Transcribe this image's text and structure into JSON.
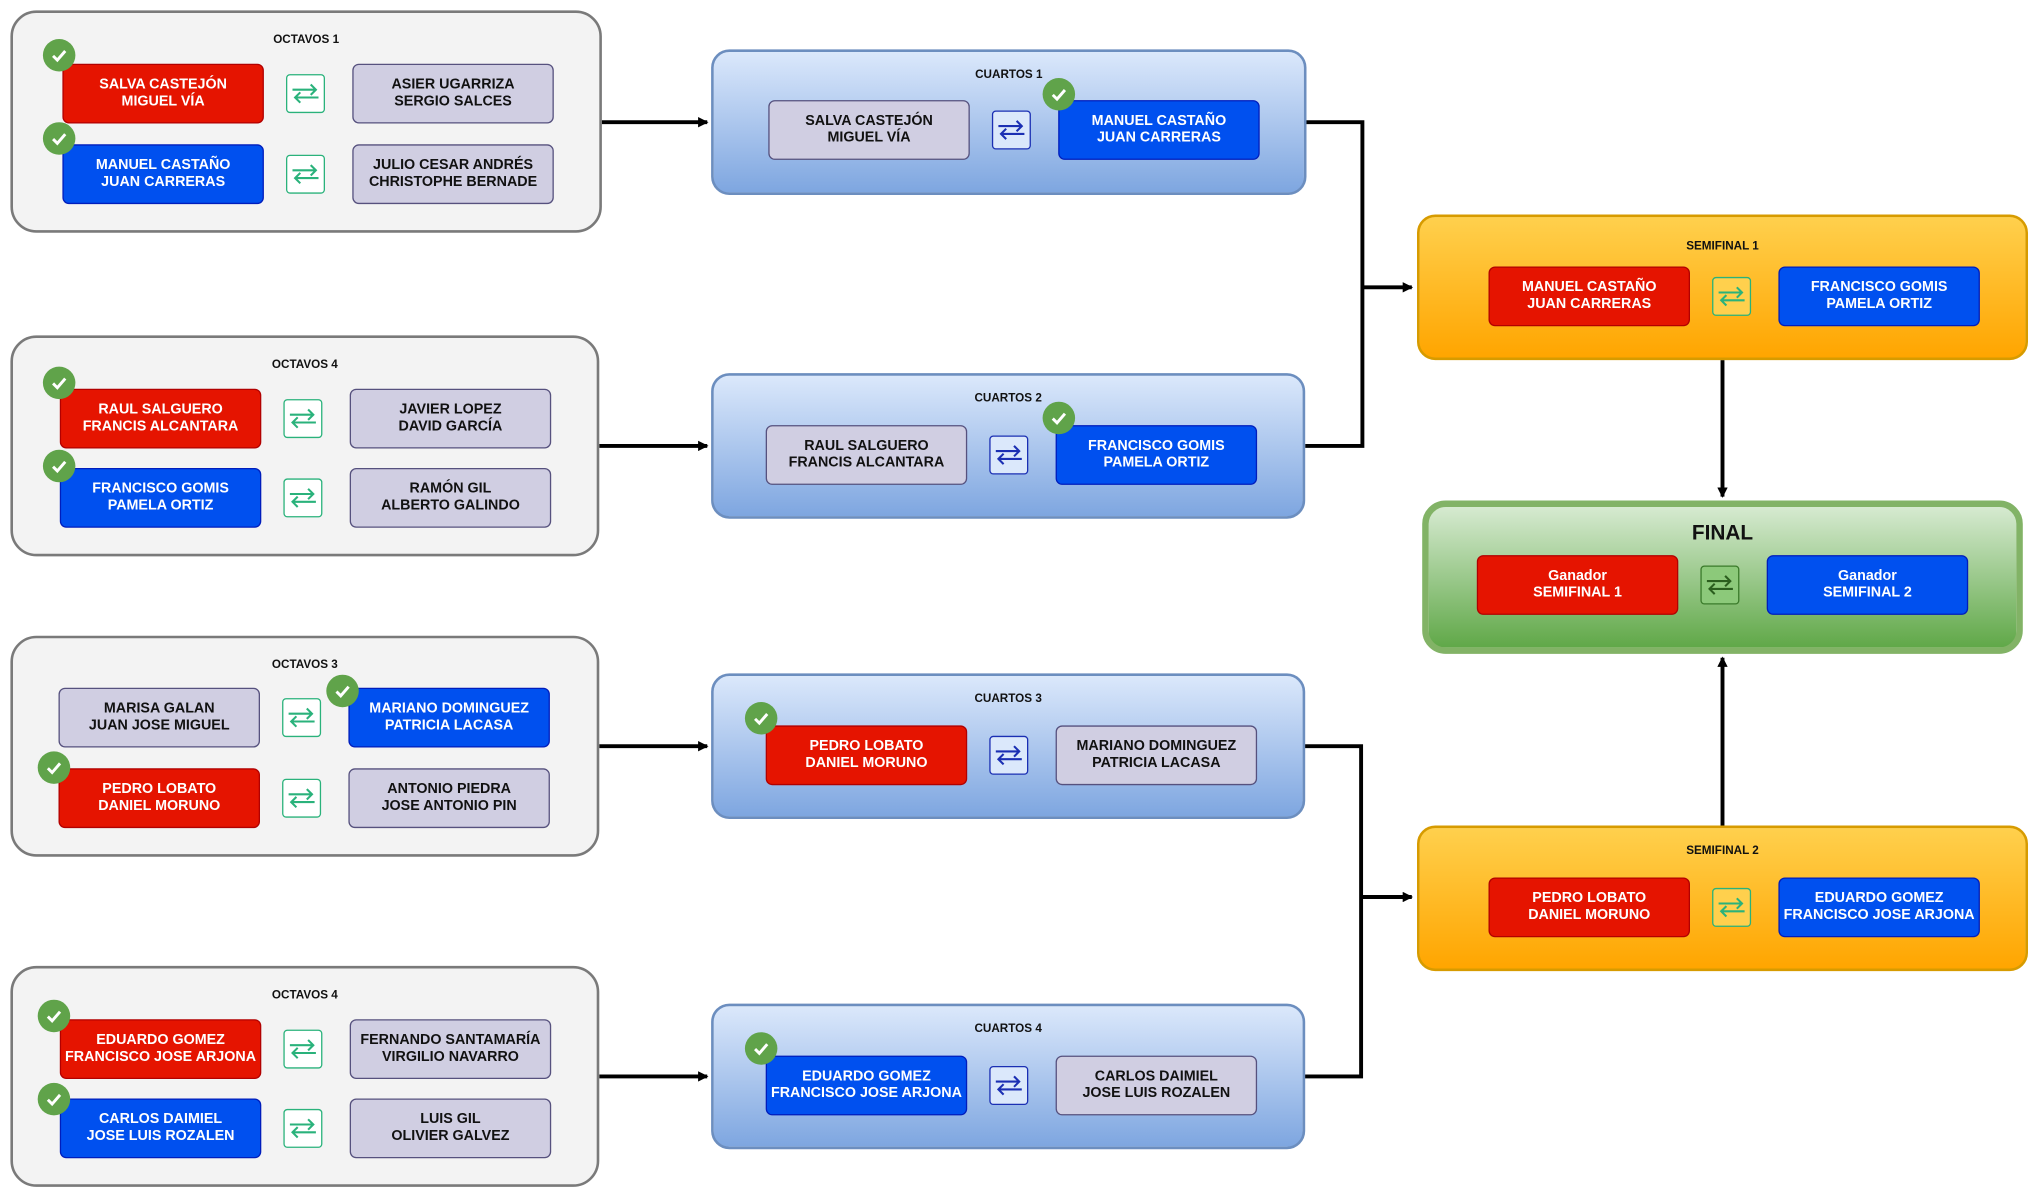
{
  "octavos1": {
    "title": "OCTAVOS 1",
    "m1": {
      "a": [
        "SALVA CASTEJÓN",
        "MIGUEL VÍA"
      ],
      "b": [
        "ASIER UGARRIZA",
        "SERGIO SALCES"
      ]
    },
    "m2": {
      "a": [
        "MANUEL CASTAÑO",
        "JUAN CARRERAS"
      ],
      "b": [
        "JULIO CESAR ANDRÉS",
        "CHRISTOPHE BERNADE"
      ]
    }
  },
  "octavos4a": {
    "title": "OCTAVOS 4",
    "m1": {
      "a": [
        "RAUL SALGUERO",
        "FRANCIS ALCANTARA"
      ],
      "b": [
        "JAVIER LOPEZ",
        "DAVID GARCÍA"
      ]
    },
    "m2": {
      "a": [
        "FRANCISCO GOMIS",
        "PAMELA ORTIZ"
      ],
      "b": [
        "RAMÓN GIL",
        "ALBERTO GALINDO"
      ]
    }
  },
  "octavos3": {
    "title": "OCTAVOS 3",
    "m1": {
      "a": [
        "MARISA GALAN",
        "JUAN JOSE MIGUEL"
      ],
      "b": [
        "MARIANO DOMINGUEZ",
        "PATRICIA LACASA"
      ]
    },
    "m2": {
      "a": [
        "PEDRO LOBATO",
        "DANIEL MORUNO"
      ],
      "b": [
        "ANTONIO PIEDRA",
        "JOSE ANTONIO PIN"
      ]
    }
  },
  "octavos4b": {
    "title": "OCTAVOS 4",
    "m1": {
      "a": [
        "EDUARDO GOMEZ",
        "FRANCISCO JOSE ARJONA"
      ],
      "b": [
        "FERNANDO SANTAMARÍA",
        "VIRGILIO NAVARRO"
      ]
    },
    "m2": {
      "a": [
        "CARLOS DAIMIEL",
        "JOSE LUIS ROZALEN"
      ],
      "b": [
        "LUIS GIL",
        "OLIVIER GALVEZ"
      ]
    }
  },
  "cuartos1": {
    "title": "CUARTOS 1",
    "a": [
      "SALVA CASTEJÓN",
      "MIGUEL VÍA"
    ],
    "b": [
      "MANUEL CASTAÑO",
      "JUAN CARRERAS"
    ]
  },
  "cuartos2": {
    "title": "CUARTOS 2",
    "a": [
      "RAUL SALGUERO",
      "FRANCIS ALCANTARA"
    ],
    "b": [
      "FRANCISCO GOMIS",
      "PAMELA ORTIZ"
    ]
  },
  "cuartos3": {
    "title": "CUARTOS 3",
    "a": [
      "PEDRO LOBATO",
      "DANIEL MORUNO"
    ],
    "b": [
      "MARIANO DOMINGUEZ",
      "PATRICIA LACASA"
    ]
  },
  "cuartos4": {
    "title": "CUARTOS 4",
    "a": [
      "EDUARDO GOMEZ",
      "FRANCISCO JOSE ARJONA"
    ],
    "b": [
      "CARLOS DAIMIEL",
      "JOSE LUIS ROZALEN"
    ]
  },
  "semifinal1": {
    "title": "SEMIFINAL 1",
    "a": [
      "MANUEL CASTAÑO",
      "JUAN CARRERAS"
    ],
    "b": [
      "FRANCISCO GOMIS",
      "PAMELA ORTIZ"
    ]
  },
  "semifinal2": {
    "title": "SEMIFINAL 2",
    "a": [
      "PEDRO LOBATO",
      "DANIEL MORUNO"
    ],
    "b": [
      "EDUARDO GOMEZ",
      "FRANCISCO JOSE ARJONA"
    ]
  },
  "final": {
    "title": "FINAL",
    "a": [
      "Ganador",
      "SEMIFINAL 1"
    ],
    "b": [
      "Ganador",
      "SEMIFINAL 2"
    ]
  },
  "colors": {
    "red": "#e51400",
    "blue": "#0050ef",
    "grey": "#d0cee2",
    "check": "#60a34a",
    "swap": "#2ab27b"
  },
  "icons": {
    "swap": "swap-arrows-icon",
    "winner": "check-circle-icon"
  }
}
